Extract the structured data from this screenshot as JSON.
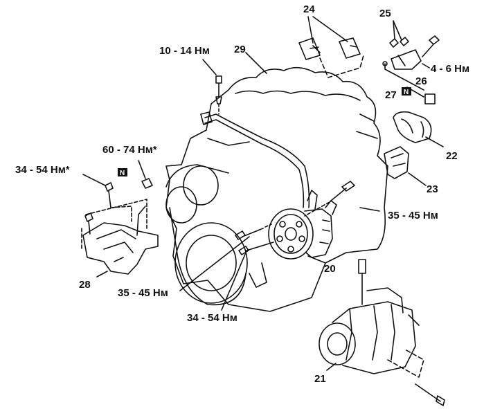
{
  "colors": {
    "ink": "#111111",
    "paper": "#ffffff"
  },
  "callouts": {
    "c24": "24",
    "c25": "25",
    "c29": "29",
    "torque_10_14": "10 - 14 Нм",
    "torque_4_6": "4 - 6 Нм",
    "c26": "26",
    "c27": "27",
    "c22": "22",
    "torque_60_74": "60 - 74 Нм*",
    "torque_34_54_star": "34 - 54 Нм*",
    "c23": "23",
    "torque_35_45_right": "35 - 45 Нм",
    "c20": "20",
    "c28": "28",
    "torque_35_45_left": "35 - 45 Нм",
    "torque_34_54": "34 - 54 Нм",
    "c21": "21"
  },
  "new_part_mark": "N"
}
